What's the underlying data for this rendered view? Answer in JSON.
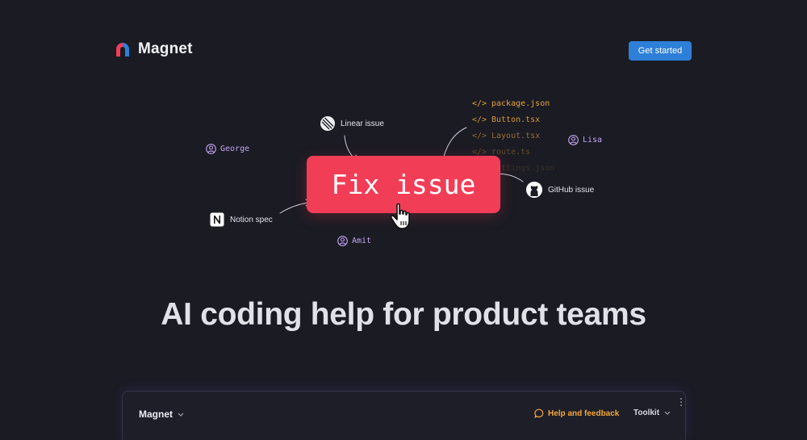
{
  "header": {
    "brand": "Magnet",
    "cta_label": "Get started"
  },
  "hero": {
    "chips": {
      "linear": "Linear issue",
      "notion": "Notion spec",
      "github": "GitHub issue"
    },
    "people": {
      "george": "George",
      "lisa": "Lisa",
      "amit": "Amit"
    },
    "files": [
      "package.json",
      "Button.tsx",
      "Layout.tsx",
      "route.ts",
      "settings.json"
    ],
    "action_label": "Fix issue",
    "headline": "AI coding help for product teams"
  },
  "preview": {
    "brand": "Magnet",
    "help_label": "Help and feedback",
    "toolkit_label": "Toolkit"
  },
  "colors": {
    "background": "#1a1b23",
    "accent": "#f23d57",
    "cta": "#2d7fd8",
    "person": "#c4a6f5",
    "file": "#e8a33a",
    "help": "#f4a83c"
  },
  "icons": {
    "logo": "magnet-logo-icon",
    "linear": "linear-icon",
    "notion": "notion-icon",
    "github": "github-icon",
    "person": "user-circle-icon",
    "file": "code-brackets-icon",
    "cursor": "hand-pointer-icon",
    "help": "chat-bubble-icon",
    "chevron": "chevron-down-icon",
    "more": "more-vertical-icon"
  }
}
